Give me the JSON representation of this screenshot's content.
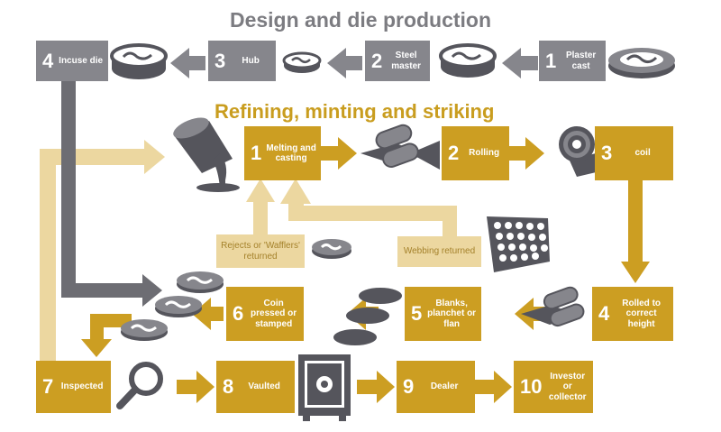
{
  "titles": {
    "design": "Design and die production",
    "refining": "Refining, minting and striking"
  },
  "steps": {
    "plaster_cast": {
      "num": "1",
      "label": "Plaster cast"
    },
    "steel_master": {
      "num": "2",
      "label": "Steel master"
    },
    "hub": {
      "num": "3",
      "label": "Hub"
    },
    "incuse_die": {
      "num": "4",
      "label": "Incuse die"
    },
    "melting": {
      "num": "1",
      "label": "Melting and casting"
    },
    "rolling": {
      "num": "2",
      "label": "Rolling"
    },
    "coil": {
      "num": "3",
      "label": "coil"
    },
    "rolled_height": {
      "num": "4",
      "label": "Rolled to correct height"
    },
    "blanks": {
      "num": "5",
      "label": "Blanks, planchet or flan"
    },
    "coin_pressed": {
      "num": "6",
      "label": "Coin pressed or stamped"
    },
    "inspected": {
      "num": "7",
      "label": "Inspected"
    },
    "vaulted": {
      "num": "8",
      "label": "Vaulted"
    },
    "dealer": {
      "num": "9",
      "label": "Dealer"
    },
    "investor": {
      "num": "10",
      "label": "Investor or collector"
    }
  },
  "returns": {
    "rejects": "Rejects or 'Wafflers' returned",
    "webbing": "Webbing returned"
  },
  "colors": {
    "gray": "#86868c",
    "gold": "#cc9e22",
    "tan": "#ecd7a0",
    "dark": "#55555c"
  },
  "icons": [
    "plaster-cast-icon",
    "steel-master-icon",
    "hub-icon",
    "die-icon",
    "crucible-icon",
    "rollers-icon",
    "coil-icon",
    "perforated-sheet-icon",
    "blanks-icon",
    "coins-icon",
    "magnifier-icon",
    "safe-icon"
  ]
}
